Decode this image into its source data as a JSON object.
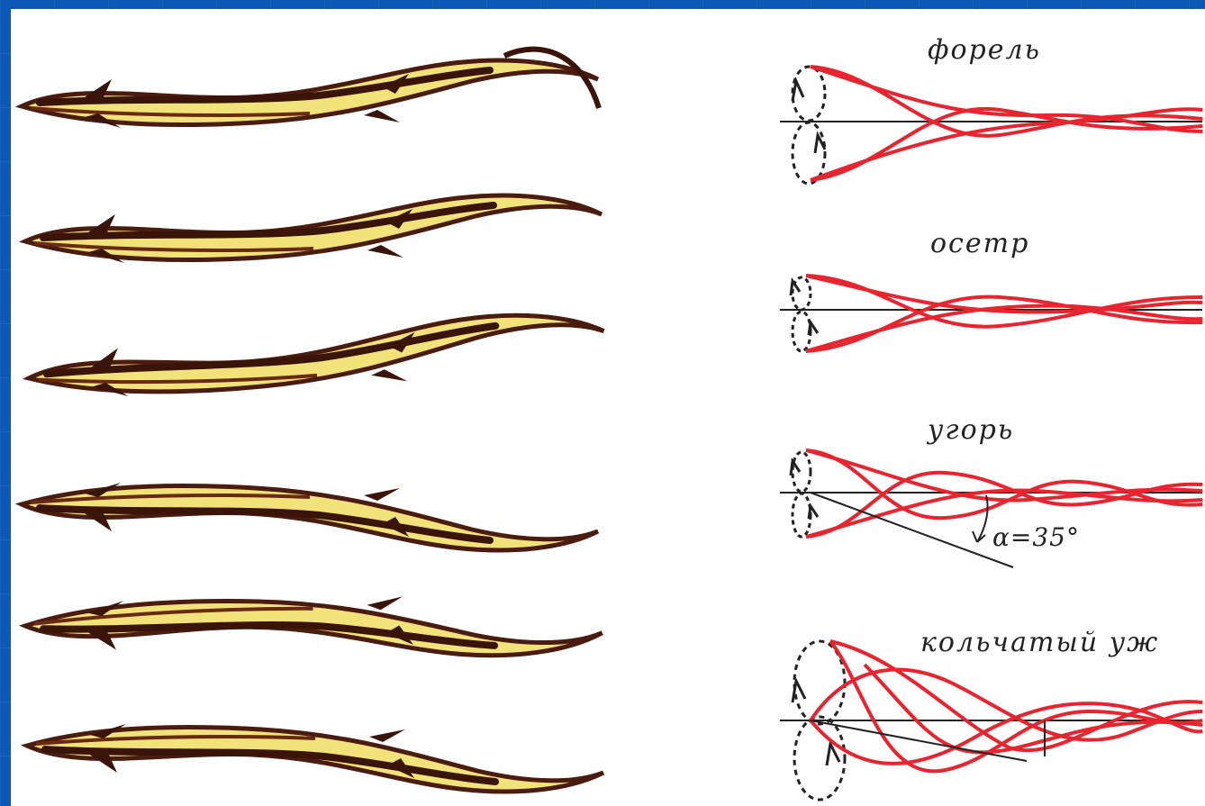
{
  "labels": {
    "trout": "форель",
    "sturgeon": "осетр",
    "eel": "угорь",
    "snake": "кольчатый уж"
  },
  "angle_label": "α=35°",
  "colors": {
    "frame": "#0b58b8",
    "fish_fill": "#f2e27a",
    "fish_outline": "#4a1c10",
    "wave": "#e8242f",
    "axis": "#222222"
  }
}
